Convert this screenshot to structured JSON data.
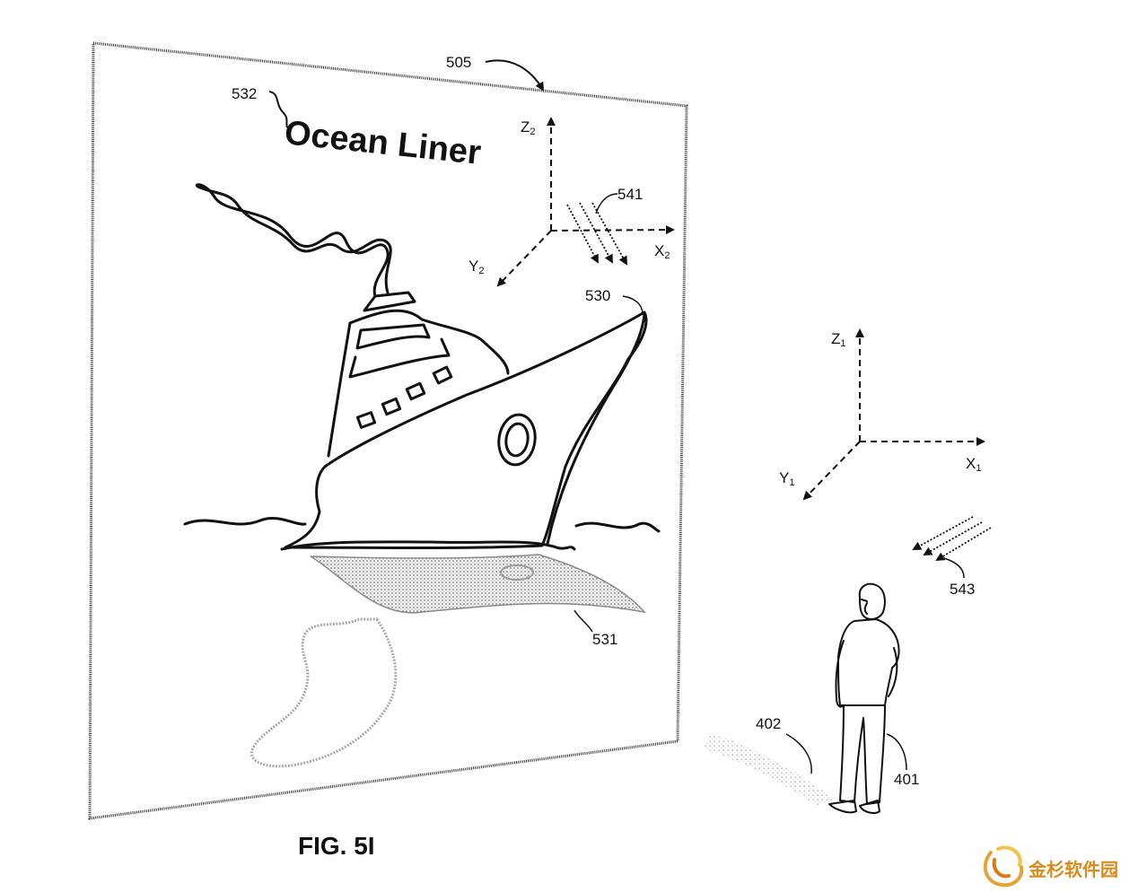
{
  "figure": {
    "label": "FIG. 5I",
    "poster_title": "Ocean Liner",
    "refs": {
      "display": "505",
      "title": "532",
      "ship": "530",
      "reflection": "531",
      "light_in_poster": "541",
      "light_real": "543",
      "shadow": "402",
      "person": "401"
    },
    "axes_poster": {
      "x": "X",
      "x_sub": "2",
      "y": "Y",
      "y_sub": "2",
      "z": "Z",
      "z_sub": "2"
    },
    "axes_real": {
      "x": "X",
      "x_sub": "1",
      "y": "Y",
      "y_sub": "1",
      "z": "Z",
      "z_sub": "1"
    }
  },
  "watermark": {
    "text": "金杉软件园",
    "color": "#d98a1a"
  }
}
